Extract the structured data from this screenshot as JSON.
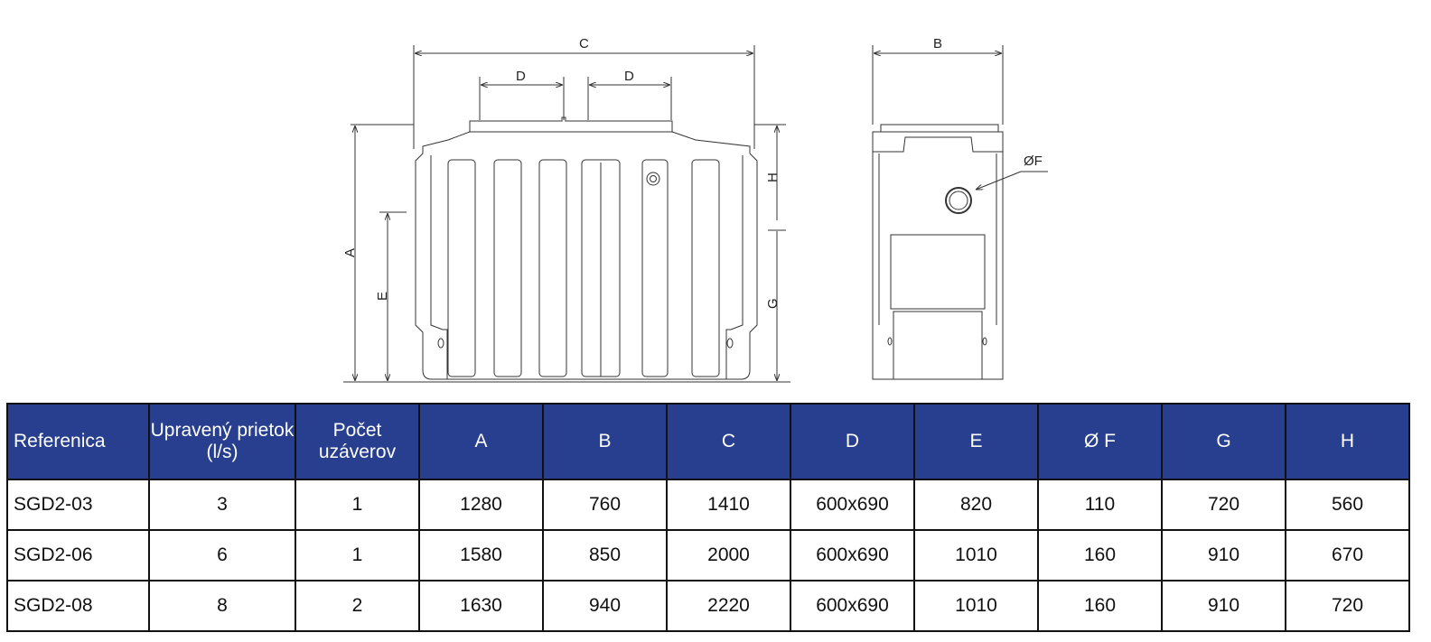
{
  "drawing": {
    "labels": {
      "A": "A",
      "B": "B",
      "C": "C",
      "D1": "D",
      "D2": "D",
      "E": "E",
      "F": "ØF",
      "G": "G",
      "H": "H"
    }
  },
  "table": {
    "headers": [
      "Referenica",
      "Upravený prietok (l/s)",
      "Počet uzáverov",
      "A",
      "B",
      "C",
      "D",
      "E",
      "Ø F",
      "G",
      "H"
    ],
    "rows": [
      [
        "SGD2-03",
        "3",
        "1",
        "1280",
        "760",
        "1410",
        "600x690",
        "820",
        "110",
        "720",
        "560"
      ],
      [
        "SGD2-06",
        "6",
        "1",
        "1580",
        "850",
        "2000",
        "600x690",
        "1010",
        "160",
        "910",
        "670"
      ],
      [
        "SGD2-08",
        "8",
        "2",
        "1630",
        "940",
        "2220",
        "600x690",
        "1010",
        "160",
        "910",
        "720"
      ]
    ]
  },
  "colors": {
    "header_bg": "#273f8e",
    "header_text": "#ffffff",
    "border": "#111111"
  }
}
